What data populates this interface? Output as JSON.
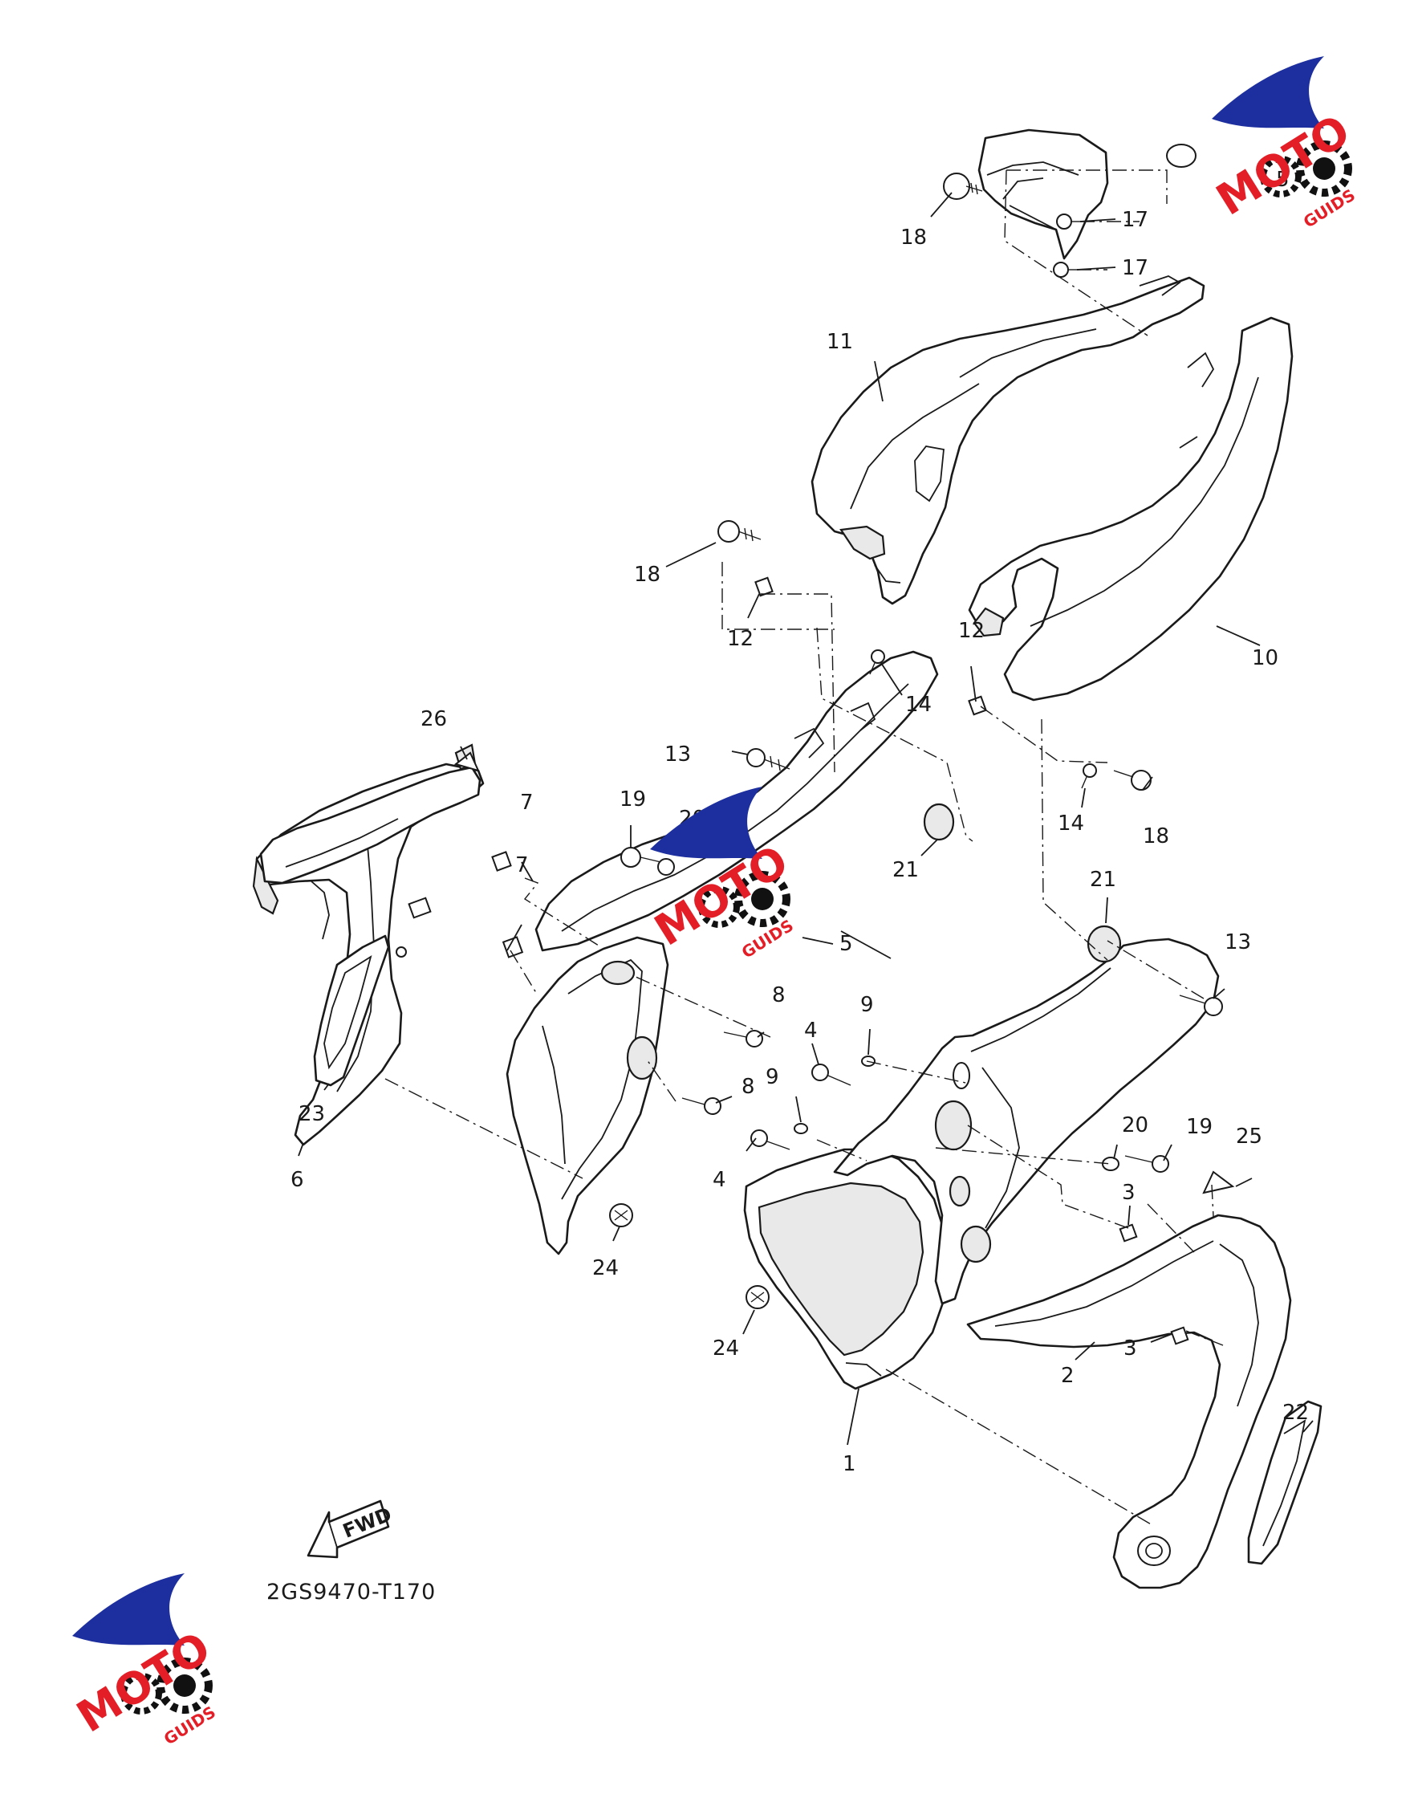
{
  "diagram": {
    "code": "2GS9470-T170",
    "fwd_label": "FWD",
    "callouts": [
      {
        "id": "c1",
        "label": "1"
      },
      {
        "id": "c2",
        "label": "2"
      },
      {
        "id": "c3a",
        "label": "3"
      },
      {
        "id": "c3b",
        "label": "3"
      },
      {
        "id": "c4a",
        "label": "4"
      },
      {
        "id": "c4b",
        "label": "4"
      },
      {
        "id": "c5a",
        "label": "5"
      },
      {
        "id": "c5b",
        "label": "5"
      },
      {
        "id": "c6",
        "label": "6"
      },
      {
        "id": "c7a",
        "label": "7"
      },
      {
        "id": "c7b",
        "label": "7"
      },
      {
        "id": "c8a",
        "label": "8"
      },
      {
        "id": "c8b",
        "label": "8"
      },
      {
        "id": "c9a",
        "label": "9"
      },
      {
        "id": "c9b",
        "label": "9"
      },
      {
        "id": "c10",
        "label": "10"
      },
      {
        "id": "c11",
        "label": "11"
      },
      {
        "id": "c12a",
        "label": "12"
      },
      {
        "id": "c12b",
        "label": "12"
      },
      {
        "id": "c13a",
        "label": "13"
      },
      {
        "id": "c13b",
        "label": "13"
      },
      {
        "id": "c14a",
        "label": "14"
      },
      {
        "id": "c14b",
        "label": "14"
      },
      {
        "id": "c17a",
        "label": "17"
      },
      {
        "id": "c17b",
        "label": "17"
      },
      {
        "id": "c18a",
        "label": "18"
      },
      {
        "id": "c18b",
        "label": "18"
      },
      {
        "id": "c18c",
        "label": "18"
      },
      {
        "id": "c19a",
        "label": "19"
      },
      {
        "id": "c19b",
        "label": "19"
      },
      {
        "id": "c20a",
        "label": "20"
      },
      {
        "id": "c20b",
        "label": "20"
      },
      {
        "id": "c21a",
        "label": "21"
      },
      {
        "id": "c21b",
        "label": "21"
      },
      {
        "id": "c22",
        "label": "22"
      },
      {
        "id": "c23",
        "label": "23"
      },
      {
        "id": "c24a",
        "label": "24"
      },
      {
        "id": "c24b",
        "label": "24"
      },
      {
        "id": "c25",
        "label": "25"
      },
      {
        "id": "c26",
        "label": "26"
      }
    ]
  },
  "watermark": {
    "brand_main": "MOTO",
    "brand_sub": "GUIDS",
    "colors": {
      "red": "#e41e26",
      "blue": "#1d2f9e",
      "black": "#111111"
    },
    "icon": "gear-logo-icon"
  }
}
